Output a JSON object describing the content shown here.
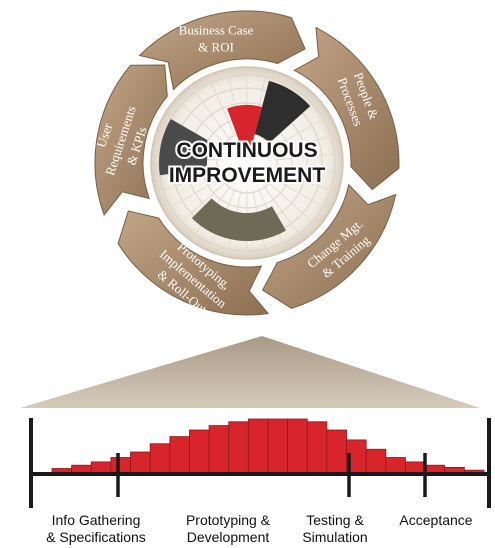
{
  "cycle": {
    "center_title": [
      "CONTINUOUS",
      "IMPROVEMENT"
    ],
    "segments": [
      {
        "lines": [
          "Business Case",
          "& ROI"
        ]
      },
      {
        "lines": [
          "People &",
          "Processes"
        ]
      },
      {
        "lines": [
          "Change Mgt.",
          "& Training"
        ]
      },
      {
        "lines": [
          "Prototyping,",
          "Implementation",
          "& Roll-Out"
        ]
      },
      {
        "lines": [
          "User",
          "Requirements",
          "& KPIs"
        ]
      }
    ]
  },
  "timeline": {
    "bar_levels": [
      0.1,
      0.16,
      0.22,
      0.3,
      0.4,
      0.55,
      0.68,
      0.8,
      0.88,
      0.95,
      1.0,
      1.0,
      1.0,
      0.95,
      0.8,
      0.62,
      0.45,
      0.3,
      0.22,
      0.16,
      0.12,
      0.07
    ],
    "phases": [
      {
        "lines": [
          "Info Gathering",
          "& Specifications"
        ]
      },
      {
        "lines": [
          "Prototyping &",
          "Development"
        ]
      },
      {
        "lines": [
          "Testing &",
          "Simulation"
        ]
      },
      {
        "lines": [
          "Acceptance"
        ]
      }
    ]
  },
  "colors": {
    "segment_fill": "#a88a6c",
    "segment_dark": "#7a5f45",
    "bar_red": "#d8252b",
    "bar_outline": "#8a1a1a",
    "fan": "#c8bba8",
    "timeline_line": "#1a1a1a"
  }
}
